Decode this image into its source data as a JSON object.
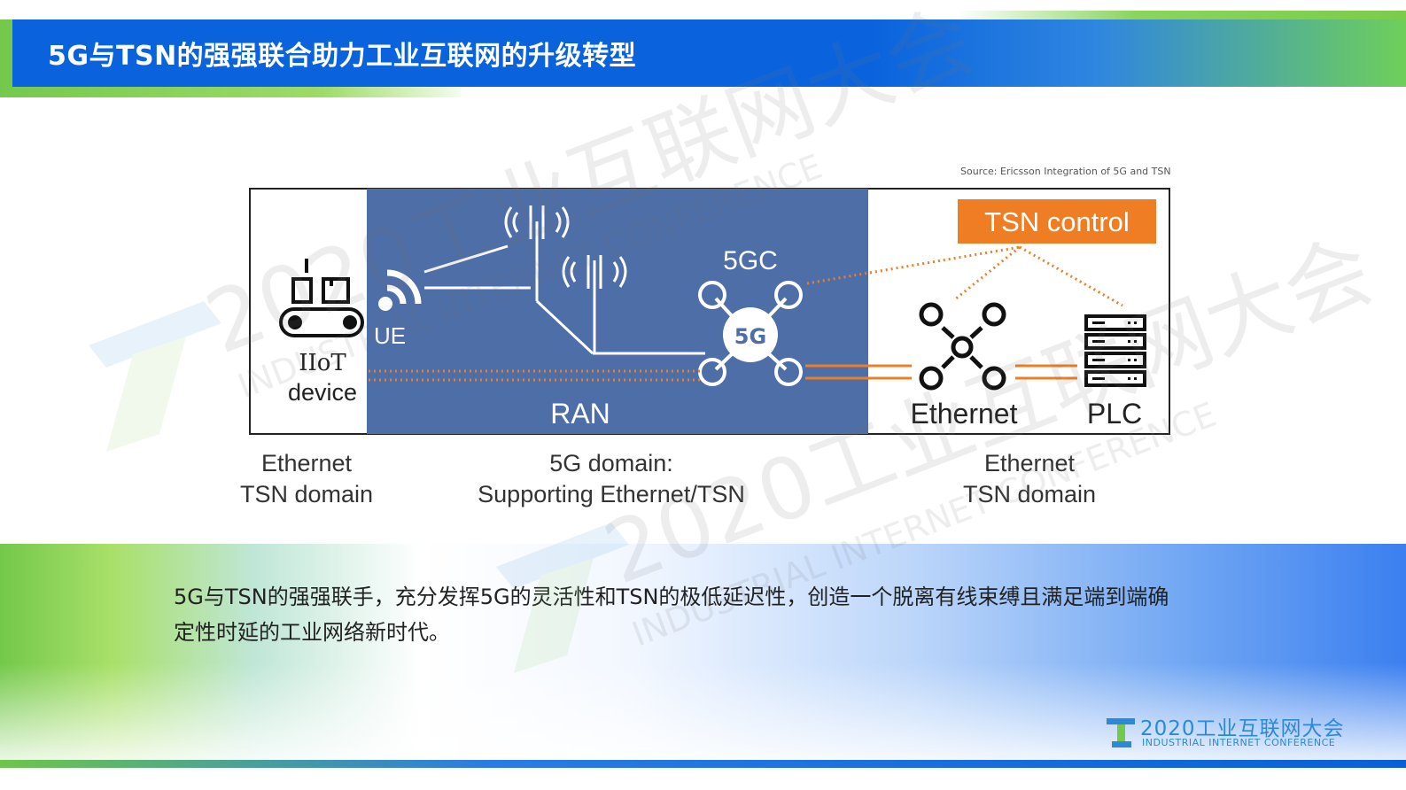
{
  "title": "5G与TSN的强强联合助力工业互联网的升级转型",
  "source": "Source: Ericsson Integration of 5G and TSN",
  "diagram": {
    "tsn_control": "TSN control",
    "iiot_line1": "IIoT",
    "iiot_line2": "device",
    "ue": "UE",
    "core_label": "5GC",
    "core_center": "5G",
    "ran": "RAN",
    "ethernet": "Ethernet",
    "plc": "PLC"
  },
  "domains": {
    "left_line1": "Ethernet",
    "left_line2": "TSN domain",
    "middle_line1": "5G domain:",
    "middle_line2": "Supporting Ethernet/TSN",
    "right_line1": "Ethernet",
    "right_line2": "TSN domain"
  },
  "body": {
    "line1": "5G与TSN的强强联手，充分发挥5G的灵活性和TSN的极低延迟性，创造一个脱离有线束缚且满足端到端确",
    "line2": "定性时延的工业网络新时代。"
  },
  "watermark": {
    "main": "2020工业互联网大会",
    "sub": "INDUSTRIAL INTERNET CONFERENCE"
  },
  "logo": {
    "main": "2020工业互联网大会",
    "sub": "INDUSTRIAL INTERNET CONFERENCE"
  },
  "colors": {
    "title_bar": "#0a63dd",
    "ran_blue": "#4e6ea8",
    "tsn_orange": "#ef7d23",
    "accent_green": "#74c94c"
  }
}
